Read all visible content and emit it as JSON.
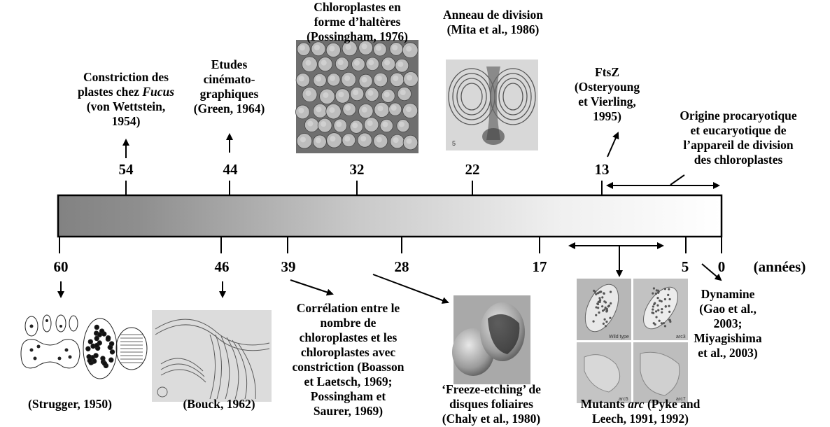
{
  "timeline": {
    "unit_label": "(années)",
    "top_ticks": [
      {
        "value": "54"
      },
      {
        "value": "44"
      },
      {
        "value": "32"
      },
      {
        "value": "22"
      },
      {
        "value": "13"
      }
    ],
    "bottom_ticks": [
      {
        "value": "60"
      },
      {
        "value": "46"
      },
      {
        "value": "39"
      },
      {
        "value": "28"
      },
      {
        "value": "17"
      },
      {
        "value": "5"
      },
      {
        "value": "0"
      }
    ]
  },
  "events_top": {
    "e54": {
      "line1_prefix": "Constriction des",
      "line2_prefix": "plastes chez ",
      "line2_italic": "Fucus",
      "line3": "(von Wettstein,",
      "line4": "1954)"
    },
    "e44": {
      "line1": "Etudes",
      "line2": "cinémato-",
      "line3": "graphiques",
      "line4": "(Green, 1964)"
    },
    "e32": {
      "line1": "Chloroplastes en",
      "line2": "forme d’haltères",
      "line3": "(Possingham, 1976)"
    },
    "e22": {
      "line1": "Anneau de division",
      "line2": "(Mita et al., 1986)"
    },
    "e13": {
      "line1": "FtsZ",
      "line2": "(Osteryoung",
      "line3": "et Vierling,",
      "line4": "1995)"
    },
    "origin": {
      "line1": "Origine procaryotique",
      "line2": "et  eucaryotique de",
      "line3": "l’appareil de division",
      "line4": "des  chloroplastes"
    }
  },
  "events_bottom": {
    "e60": {
      "line1": "(Strugger, 1950)"
    },
    "e46": {
      "line1": "(Bouck, 1962)"
    },
    "e39": {
      "line1": "Corrélation entre le",
      "line2": "nombre de",
      "line3": "chloroplastes et les",
      "line4": "chloroplastes avec",
      "line5": "constriction (Boasson",
      "line6": "et Laetsch, 1969;",
      "line7": "Possingham et",
      "line8": "Saurer, 1969)"
    },
    "e28": {
      "line1": "‘Freeze-etching’ de",
      "line2": "disques foliaires",
      "line3": "(Chaly et al., 1980)"
    },
    "e17": {
      "line1_prefix": "Mutants ",
      "line1_italic": "arc",
      "line1_suffix": " (Pyke and",
      "line2": "Leech, 1991, 1992)"
    },
    "e5": {
      "line1": "Dynamine",
      "line2": "(Gao et al.,",
      "line3": "2003;",
      "line4": "Miyagishima",
      "line5": "et al., 2003)"
    }
  },
  "image_captions": {
    "mutant_wt": "Wild type",
    "mutant_a": "arc3",
    "mutant_b": "arc5",
    "mutant_c": "arc7",
    "dividing_ring_mark": "5"
  },
  "colors": {
    "bar_left": "#828282",
    "bar_right": "#ffffff",
    "ink": "#000000"
  }
}
